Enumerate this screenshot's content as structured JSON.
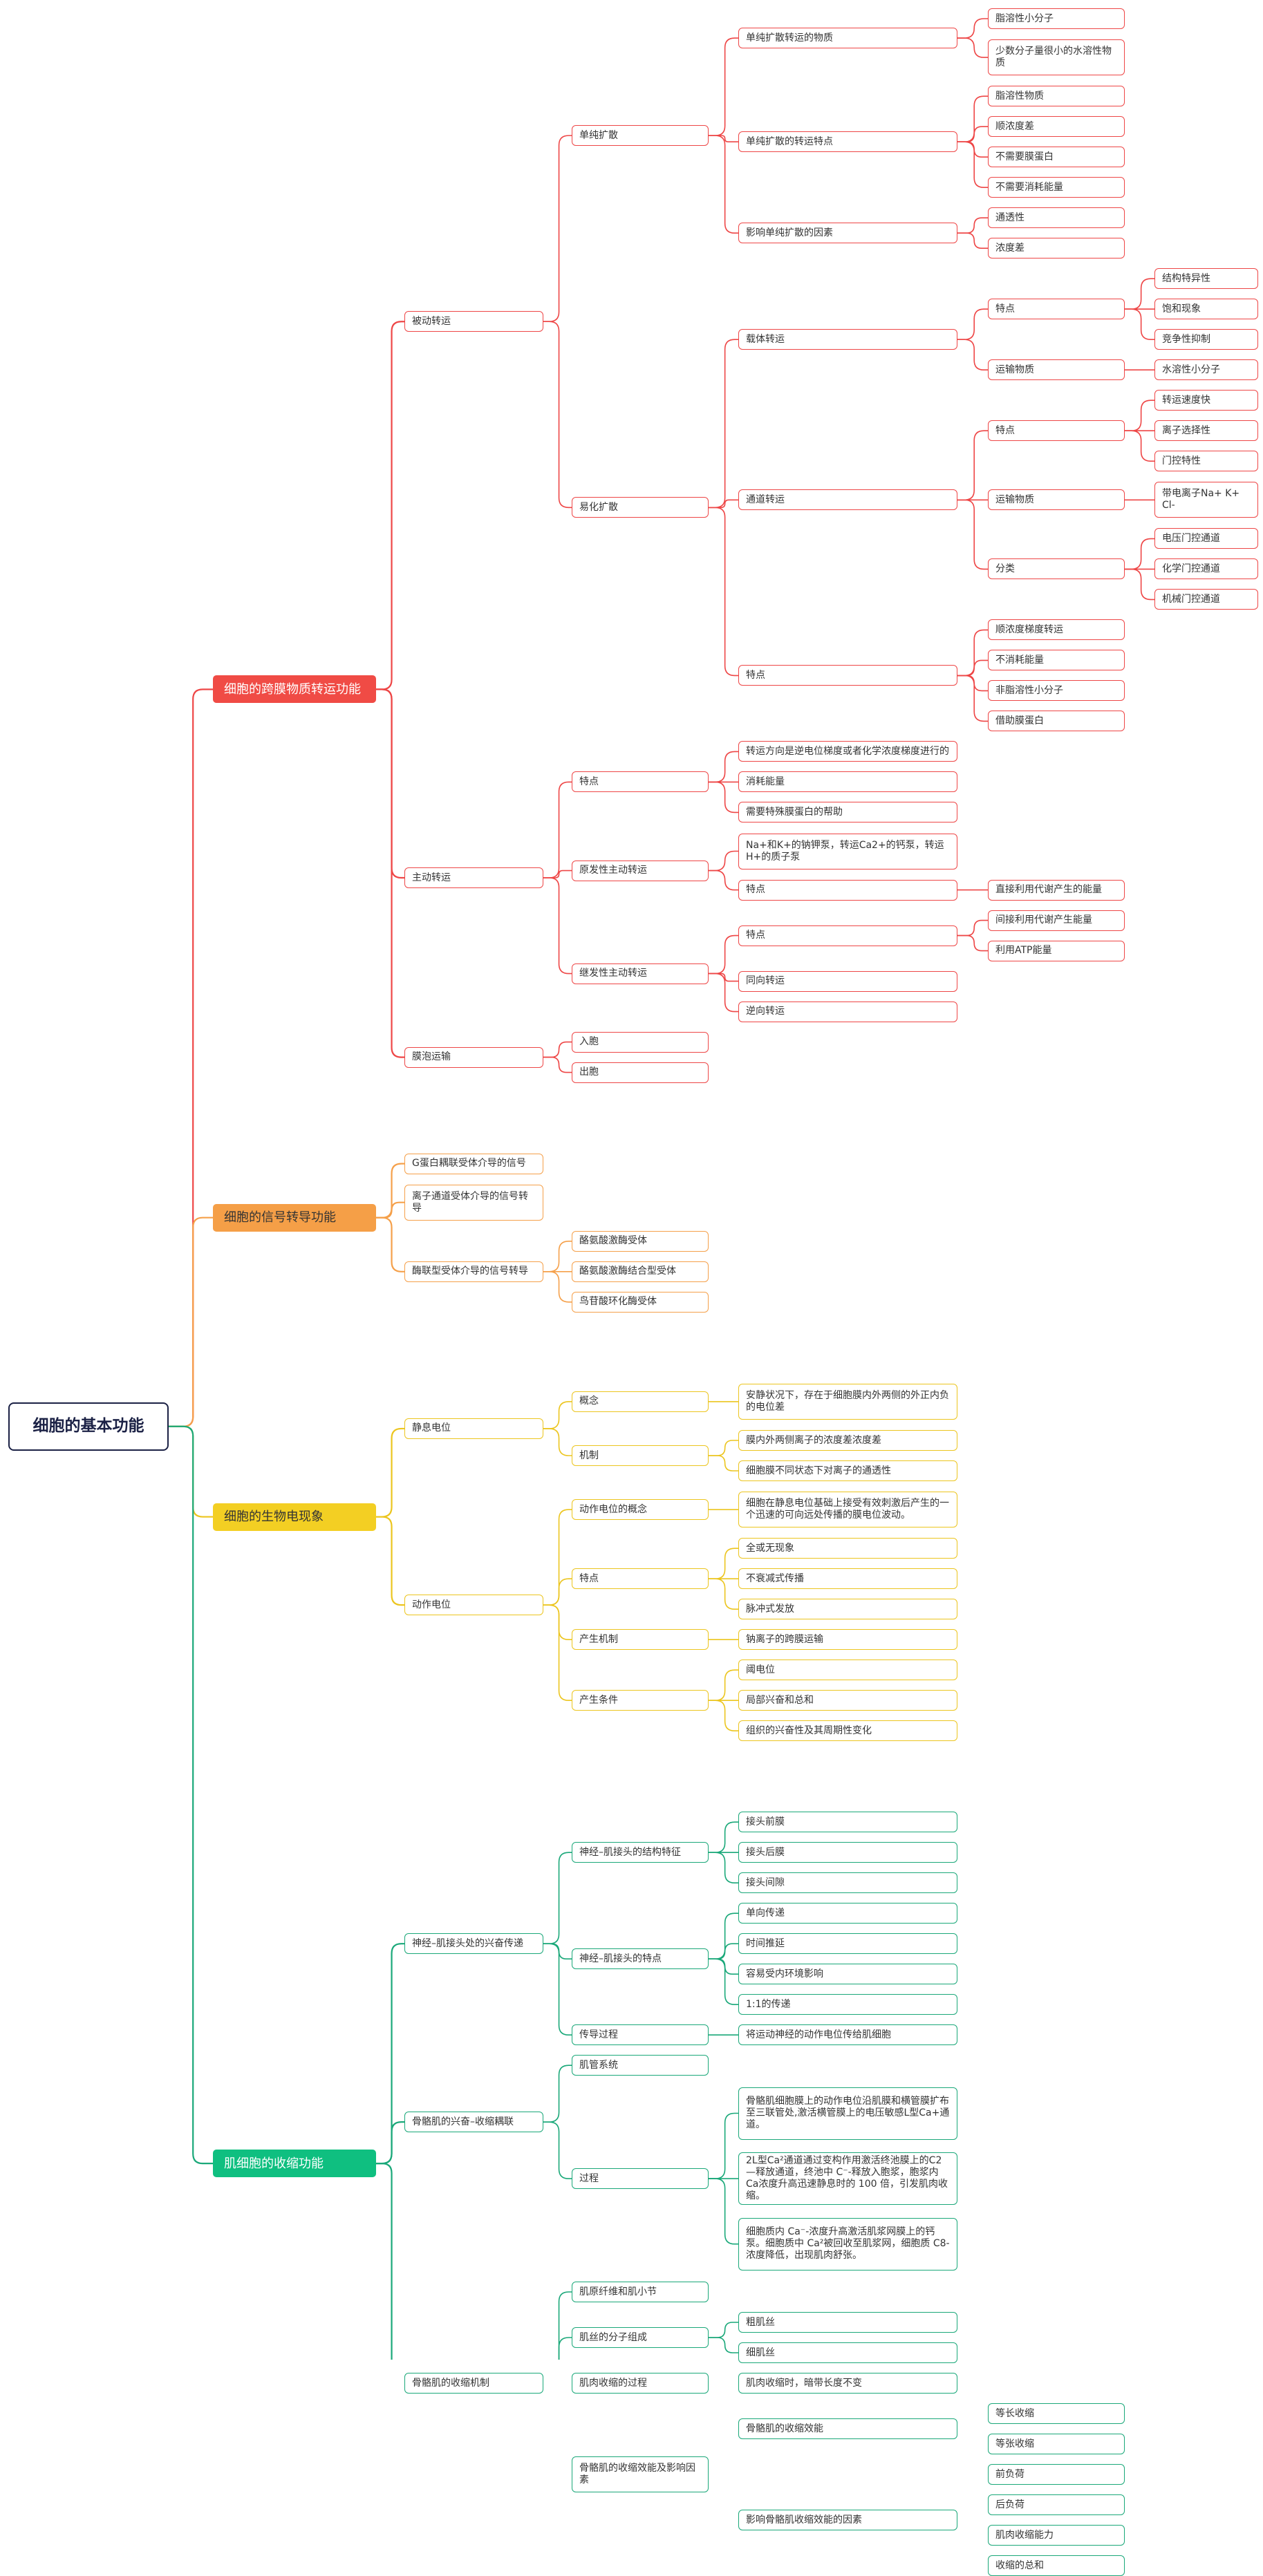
{
  "colors": {
    "red": "#ee4646",
    "orange": "#f5a04a",
    "yellow": "#ecc51e",
    "green": "#1aa879",
    "root": "#1b2145"
  },
  "root": {
    "label": "细胞的基本功能",
    "children": [
      {
        "label": "细胞的跨膜物质转运功能",
        "color": "red",
        "children": [
          {
            "label": "被动转运",
            "children": [
              {
                "label": "单纯扩散",
                "children": [
                  {
                    "label": "单纯扩散转运的物质",
                    "children": [
                      {
                        "label": "脂溶性小分子"
                      },
                      {
                        "label": "少数分子量很小的水溶性物质"
                      }
                    ]
                  },
                  {
                    "label": "单纯扩散的转运特点",
                    "children": [
                      {
                        "label": "脂溶性物质"
                      },
                      {
                        "label": "顺浓度差"
                      },
                      {
                        "label": "不需要膜蛋白"
                      },
                      {
                        "label": "不需要消耗能量"
                      }
                    ]
                  },
                  {
                    "label": "影响单纯扩散的因素",
                    "children": [
                      {
                        "label": "通透性"
                      },
                      {
                        "label": "浓度差"
                      }
                    ]
                  }
                ]
              },
              {
                "label": "易化扩散",
                "children": [
                  {
                    "label": "载体转运",
                    "children": [
                      {
                        "label": "特点",
                        "children": [
                          {
                            "label": "结构特异性"
                          },
                          {
                            "label": "饱和现象"
                          },
                          {
                            "label": "竞争性抑制"
                          }
                        ]
                      },
                      {
                        "label": "运输物质",
                        "children": [
                          {
                            "label": "水溶性小分子"
                          }
                        ]
                      }
                    ]
                  },
                  {
                    "label": "通道转运",
                    "children": [
                      {
                        "label": "特点",
                        "children": [
                          {
                            "label": "转运速度快"
                          },
                          {
                            "label": "离子选择性"
                          },
                          {
                            "label": "门控特性"
                          }
                        ]
                      },
                      {
                        "label": "运输物质",
                        "children": [
                          {
                            "label": "带电离子Na+ K+ Cl-"
                          }
                        ]
                      },
                      {
                        "label": "分类",
                        "children": [
                          {
                            "label": "电压门控通道"
                          },
                          {
                            "label": "化学门控通道"
                          },
                          {
                            "label": "机械门控通道"
                          }
                        ]
                      }
                    ]
                  },
                  {
                    "label": "特点",
                    "children": [
                      {
                        "label": "顺浓度梯度转运"
                      },
                      {
                        "label": "不消耗能量"
                      },
                      {
                        "label": "非脂溶性小分子"
                      },
                      {
                        "label": "借助膜蛋白"
                      }
                    ]
                  }
                ]
              }
            ]
          },
          {
            "label": "主动转运",
            "children": [
              {
                "label": "特点",
                "children": [
                  {
                    "label": "转运方向是逆电位梯度或者化学浓度梯度进行的"
                  },
                  {
                    "label": "消耗能量"
                  },
                  {
                    "label": "需要特殊膜蛋白的帮助"
                  }
                ]
              },
              {
                "label": "原发性主动转运",
                "children": [
                  {
                    "label": "Na+和K+的钠钾泵，转运Ca2+的钙泵，转运H+的质子泵"
                  },
                  {
                    "label": "特点",
                    "children": [
                      {
                        "label": "直接利用代谢产生的能量"
                      }
                    ]
                  }
                ]
              },
              {
                "label": "继发性主动转运",
                "children": [
                  {
                    "label": "特点",
                    "children": [
                      {
                        "label": "间接利用代谢产生能量"
                      },
                      {
                        "label": "利用ATP能量"
                      }
                    ]
                  },
                  {
                    "label": "同向转运"
                  },
                  {
                    "label": "逆向转运"
                  }
                ]
              }
            ]
          },
          {
            "label": "膜泡运输",
            "children": [
              {
                "label": "入胞"
              },
              {
                "label": "出胞"
              }
            ]
          }
        ]
      },
      {
        "label": "细胞的信号转导功能",
        "color": "orange",
        "children": [
          {
            "label": "G蛋白耦联受体介导的信号"
          },
          {
            "label": "离子通道受体介导的信号转导"
          },
          {
            "label": "酶联型受体介导的信号转导",
            "children": [
              {
                "label": "酪氨酸激酶受体"
              },
              {
                "label": "酪氨酸激酶结合型受体"
              },
              {
                "label": "鸟苷酸环化酶受体"
              }
            ]
          }
        ]
      },
      {
        "label": "细胞的生物电现象",
        "color": "yellow",
        "children": [
          {
            "label": "静息电位",
            "children": [
              {
                "label": "概念",
                "children": [
                  {
                    "label": "安静状况下，存在于细胞膜内外两侧的外正内负的电位差"
                  }
                ]
              },
              {
                "label": "机制",
                "children": [
                  {
                    "label": "膜内外两侧离子的浓度差浓度差"
                  },
                  {
                    "label": "细胞膜不同状态下对离子的通透性"
                  }
                ]
              }
            ]
          },
          {
            "label": "动作电位",
            "children": [
              {
                "label": "动作电位的概念",
                "children": [
                  {
                    "label": "细胞在静息电位基础上接受有效刺激后产生的一个迅速的可向远处传播的膜电位波动。"
                  }
                ]
              },
              {
                "label": "特点",
                "children": [
                  {
                    "label": "全或无现象"
                  },
                  {
                    "label": "不衰减式传播"
                  },
                  {
                    "label": "脉冲式发放"
                  }
                ]
              },
              {
                "label": "产生机制",
                "children": [
                  {
                    "label": "钠离子的跨膜运输"
                  }
                ]
              },
              {
                "label": "产生条件",
                "children": [
                  {
                    "label": "阈电位"
                  },
                  {
                    "label": "局部兴奋和总和"
                  },
                  {
                    "label": "组织的兴奋性及其周期性变化"
                  }
                ]
              }
            ]
          }
        ]
      },
      {
        "label": "肌细胞的收缩功能",
        "color": "green",
        "children": [
          {
            "label": "神经–肌接头处的兴奋传递",
            "children": [
              {
                "label": "神经–肌接头的结构特征",
                "children": [
                  {
                    "label": "接头前膜"
                  },
                  {
                    "label": "接头后膜"
                  },
                  {
                    "label": "接头间隙"
                  }
                ]
              },
              {
                "label": "神经–肌接头的特点",
                "children": [
                  {
                    "label": "单向传递"
                  },
                  {
                    "label": "时间推延"
                  },
                  {
                    "label": "容易受内环境影响"
                  },
                  {
                    "label": "1:1的传递"
                  }
                ]
              },
              {
                "label": "传导过程",
                "children": [
                  {
                    "label": "将运动神经的动作电位传给肌细胞"
                  }
                ]
              }
            ]
          },
          {
            "label": "骨骼肌的兴奋–收缩耦联",
            "children": [
              {
                "label": "肌管系统"
              },
              {
                "label": "过程",
                "children": [
                  {
                    "label": "骨骼肌细胞膜上的动作电位沿肌膜和横管膜扩布至三联管处,激活横管膜上的电压敏感L型Ca+通道。"
                  },
                  {
                    "label": "2L型Ca²通道通过变构作用激活终池膜上的C2—释放通道，终池中 C⁻-释放入胞浆，胞浆内Ca浓度升高迅速静息时的 100 倍，引发肌肉收缩。"
                  },
                  {
                    "label": "细胞质内 Ca⁻-浓度升高激活肌浆网膜上的钙泵。细胞质中 Ca²被回收至肌浆网，细胞质 C8-浓度降低，出现肌肉舒张。"
                  }
                ]
              }
            ]
          },
          {
            "label": "骨骼肌的收缩机制",
            "children": [
              {
                "label": "肌原纤维和肌小节"
              },
              {
                "label": "肌丝的分子组成",
                "children": [
                  {
                    "label": "粗肌丝"
                  },
                  {
                    "label": "细肌丝"
                  }
                ]
              },
              {
                "label": "肌肉收缩的过程",
                "children": [
                  {
                    "label": "肌肉收缩时，暗带长度不变"
                  }
                ]
              },
              {
                "label": "骨骼肌的收缩效能及影响因素",
                "children": [
                  {
                    "label": "骨骼肌的收缩效能",
                    "children": [
                      {
                        "label": "等长收缩"
                      },
                      {
                        "label": "等张收缩"
                      }
                    ]
                  },
                  {
                    "label": "影响骨骼肌收缩效能的因素",
                    "children": [
                      {
                        "label": "前负荷"
                      },
                      {
                        "label": "后负荷"
                      },
                      {
                        "label": "肌肉收缩能力"
                      },
                      {
                        "label": "收缩的总和"
                      }
                    ]
                  }
                ]
              }
            ]
          }
        ]
      }
    ]
  }
}
